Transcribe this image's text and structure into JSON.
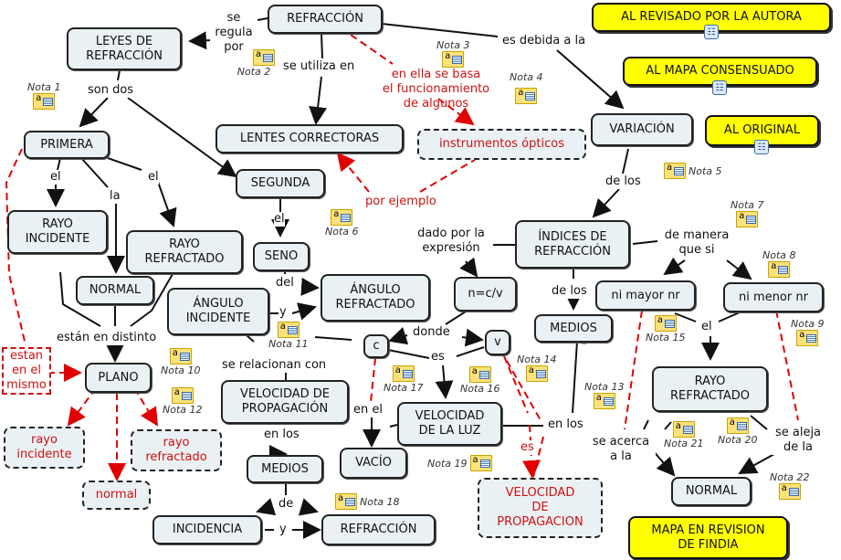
{
  "nodes": {
    "refraccion": "REFRACCIÓN",
    "leyes": "LEYES DE\nREFRACCIÓN",
    "lentes": "LENTES CORRECTORAS",
    "instrumentos": "instrumentos ópticos",
    "variacion": "VARIACIÓN",
    "primera": "PRIMERA",
    "segunda": "SEGUNDA",
    "rayo_incidente": "RAYO\nINCIDENTE",
    "rayo_refractado": "RAYO\nREFRACTADO",
    "normal": "NORMAL",
    "seno": "SENO",
    "angulo_incidente": "ÁNGULO\nINCIDENTE",
    "angulo_refractado": "ÁNGULO\nREFRACTADO",
    "indices": "ÍNDICES DE\nREFRACCIÓN",
    "n_cv": "n=c/v",
    "medios_right": "MEDIOS",
    "ni_mayor": "ni mayor nr",
    "ni_menor": "ni menor nr",
    "plano": "PLANO",
    "c": "c",
    "v": "v",
    "velocidad_propagacion": "VELOCIDAD DE\nPROPAGACIÓN",
    "velocidad_luz": "VELOCIDAD\nDE LA LUZ",
    "vacio": "VACÍO",
    "rayo_incidente_red": "rayo\nincidente",
    "rayo_refractado_red": "rayo\nrefractado",
    "normal_red": "normal",
    "medios_bottom": "MEDIOS",
    "incidencia": "INCIDENCIA",
    "refraccion_bottom": "REFRACCIÓN",
    "velocidad_propagacion_red": "VELOCIDAD\nDE\nPROPAGACION",
    "rayo_refractado_right": "RAYO\nREFRACTADO",
    "normal_right": "NORMAL"
  },
  "links": {
    "se_regula_por": "se\nregula\npor",
    "se_utiliza_en": "se utiliza en",
    "es_debida_a_la": "es debida a la",
    "en_ella": "en ella se basa\nel funcionamiento\nde algunos",
    "por_ejemplo": "por ejemplo",
    "son_dos": "son dos",
    "el1": "el",
    "la": "la",
    "el2": "el",
    "el_seno": "el",
    "del": "del",
    "y1": "y",
    "de_los_var": "de los",
    "dado_por": "dado por la\nexpresión",
    "de_manera": "de manera\nque si",
    "de_los_medios": "de los",
    "el_right": "el",
    "estan_distinto": "están en distinto",
    "estan_mismo": "estan\nen el\nmismo",
    "donde": "donde",
    "es": "es",
    "se_relacionan": "se relacionan con",
    "en_el": "en el",
    "en_los_vel": "en los",
    "en_los_right": "en los",
    "es_red": "es",
    "de": "de",
    "y2": "y",
    "se_acerca": "se acerca\na la",
    "se_aleja": "se aleja\nde la"
  },
  "notes": [
    "Nota 1",
    "Nota 2",
    "Nota 3",
    "Nota 4",
    "Nota 5",
    "Nota 6",
    "Nota 7",
    "Nota 8",
    "Nota 9",
    "Nota 10",
    "Nota 11",
    "Nota 12",
    "Nota 13",
    "Nota 14",
    "Nota 15",
    "Nota 16",
    "Nota 17",
    "Nota 18",
    "Nota 19",
    "Nota 20",
    "Nota 21",
    "Nota 22"
  ],
  "links_external": {
    "revisado_autora": "AL REVISADO POR LA AUTORA",
    "consensuado": "AL MAPA CONSENSUADO",
    "original": "AL ORIGINAL",
    "revision_findia": "MAPA EN REVISION\nDE FINDIA"
  },
  "icons": {
    "note": "note-icon",
    "submap": "concept-map-icon"
  },
  "colors": {
    "node_bg": "#eaf1f4",
    "highlight": "#ffff00",
    "red": "#d01010"
  }
}
